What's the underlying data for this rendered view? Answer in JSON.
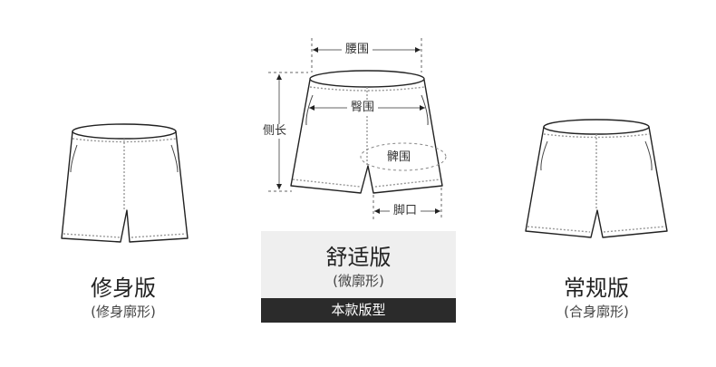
{
  "measurements": {
    "waist": "腰围",
    "hip": "臀围",
    "side_length": "侧长",
    "thigh": "髀围",
    "leg_opening": "脚口"
  },
  "fits": {
    "slim": {
      "name": "修身版",
      "desc": "(修身廓形)"
    },
    "comfort": {
      "name": "舒适版",
      "desc": "(微廓形)",
      "badge": "本款版型"
    },
    "regular": {
      "name": "常规版",
      "desc": "(合身廓形)"
    }
  },
  "colors": {
    "outline": "#222222",
    "banner_bg": "#2b2b2b",
    "panel_bg": "#efefef",
    "guide": "#999999"
  }
}
